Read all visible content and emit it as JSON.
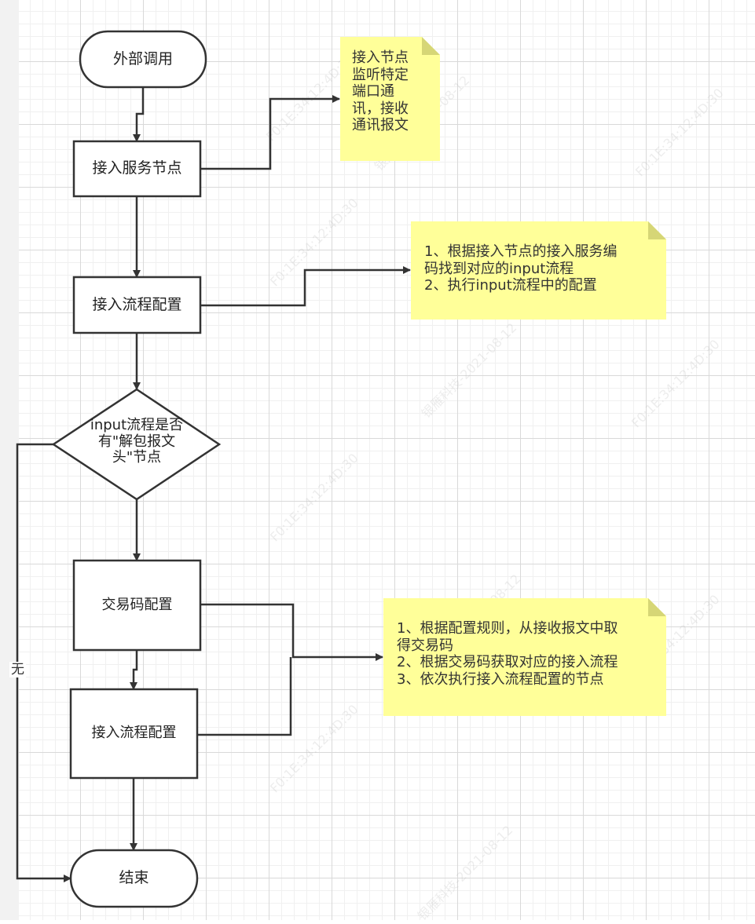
{
  "nodes": {
    "start": "外部调用",
    "access_service_node": "接入服务节点",
    "access_flow_config_1": "接入流程配置",
    "decision": "input流程是否有\"解包报文头\"节点",
    "trade_code_config": "交易码配置",
    "access_flow_config_2": "接入流程配置",
    "end": "结束"
  },
  "edge_labels": {
    "none": "无"
  },
  "notes": {
    "note_1": "接入节点\n监听特定\n端口通\n讯，接收\n通讯报文",
    "note_2": "1、根据接入节点的接入服务编\n码找到对应的input流程\n2、执行input流程中的配置",
    "note_3": "1、根据配置规则，从接收报文中取\n得交易码\n2、根据交易码获取对应的接入流程\n3、依次执行接入流程配置的节点"
  },
  "watermarks": [
    "F0:1E:34:12:4D:30",
    "银雁科技-2021-08-12"
  ],
  "colors": {
    "stroke": "#333333",
    "note_fill": "#ffff99",
    "note_fold": "#d6d676",
    "grid_major": "#d9d9d9",
    "grid_minor": "#f0f0f0"
  }
}
